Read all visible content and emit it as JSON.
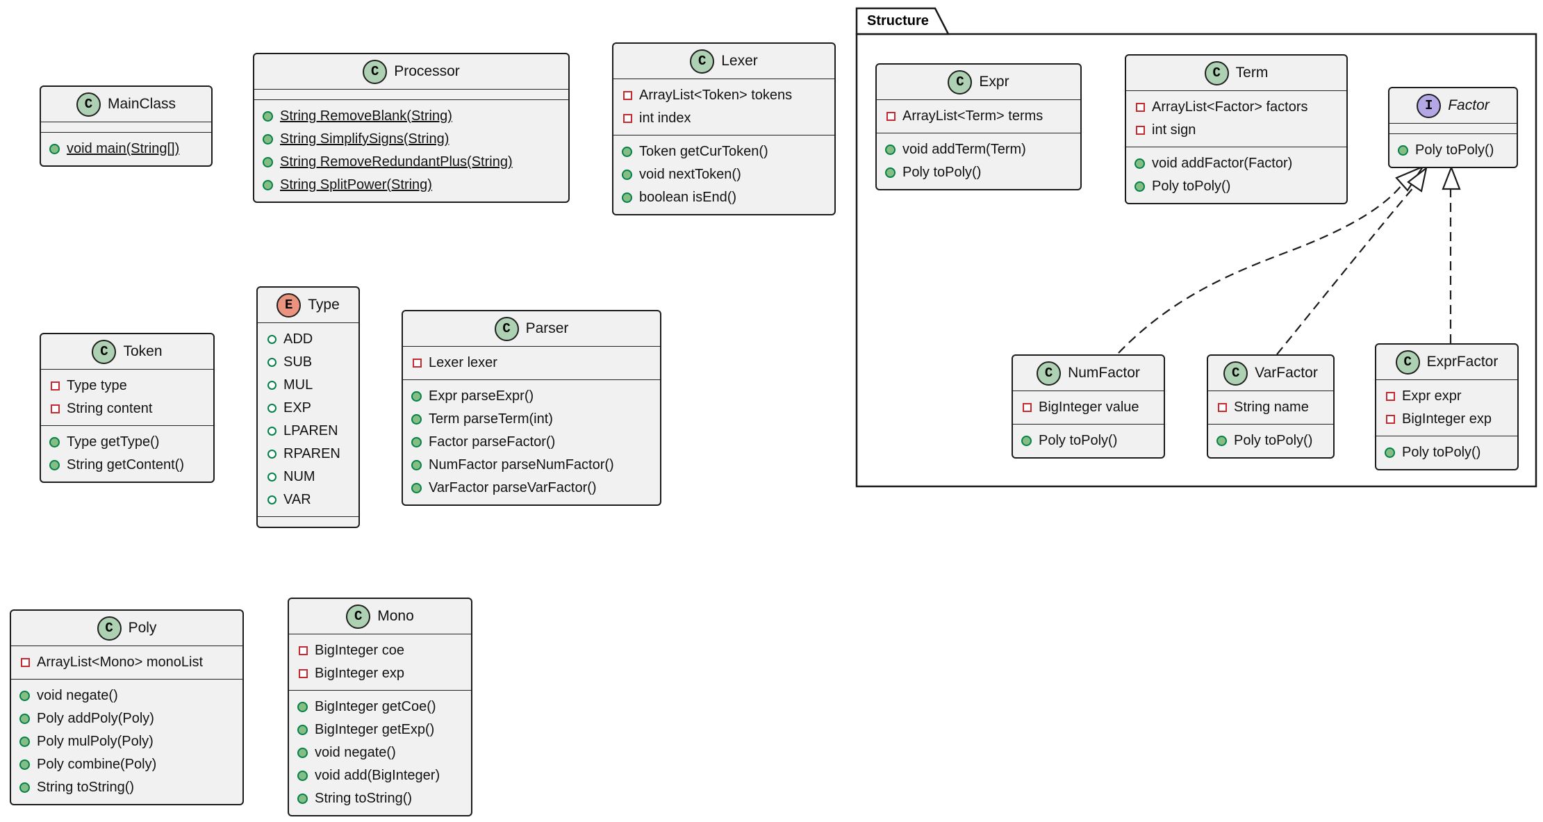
{
  "diagram_type": "uml-class-diagram",
  "colors": {
    "background": "#ffffff",
    "box_fill": "#f1f1f1",
    "border": "#181818",
    "class_circle": "#add1b2",
    "enum_circle": "#eb937f",
    "interface_circle": "#b4a7e5",
    "private_field_icon": "#c82930",
    "public_method_icon_fill": "#84be84",
    "public_method_icon_border": "#038048"
  },
  "package": {
    "label": "Structure"
  },
  "classes": {
    "mainclass": {
      "letter": "C",
      "name": "MainClass",
      "fields": [],
      "methods": [
        "void main(String[])"
      ],
      "static_methods": true
    },
    "processor": {
      "letter": "C",
      "name": "Processor",
      "fields": [],
      "methods": [
        "String RemoveBlank(String)",
        "String SimplifySigns(String)",
        "String RemoveRedundantPlus(String)",
        "String SplitPower(String)"
      ],
      "static_methods": true
    },
    "lexer": {
      "letter": "C",
      "name": "Lexer",
      "fields": [
        "ArrayList<Token> tokens",
        "int index"
      ],
      "methods": [
        "Token getCurToken()",
        "void nextToken()",
        "boolean isEnd()"
      ]
    },
    "token": {
      "letter": "C",
      "name": "Token",
      "fields": [
        "Type type",
        "String content"
      ],
      "methods": [
        "Type getType()",
        "String getContent()"
      ]
    },
    "type": {
      "letter": "E",
      "name": "Type",
      "constants": [
        "ADD",
        "SUB",
        "MUL",
        "EXP",
        "LPAREN",
        "RPAREN",
        "NUM",
        "VAR"
      ],
      "methods": []
    },
    "parser": {
      "letter": "C",
      "name": "Parser",
      "fields": [
        "Lexer lexer"
      ],
      "methods": [
        "Expr parseExpr()",
        "Term parseTerm(int)",
        "Factor parseFactor()",
        "NumFactor parseNumFactor()",
        "VarFactor parseVarFactor()"
      ]
    },
    "poly": {
      "letter": "C",
      "name": "Poly",
      "fields": [
        "ArrayList<Mono> monoList"
      ],
      "methods": [
        "void negate()",
        "Poly addPoly(Poly)",
        "Poly mulPoly(Poly)",
        "Poly combine(Poly)",
        "String toString()"
      ]
    },
    "mono": {
      "letter": "C",
      "name": "Mono",
      "fields": [
        "BigInteger coe",
        "BigInteger exp"
      ],
      "methods": [
        "BigInteger getCoe()",
        "BigInteger getExp()",
        "void negate()",
        "void add(BigInteger)",
        "String toString()"
      ]
    },
    "expr": {
      "letter": "C",
      "name": "Expr",
      "fields": [
        "ArrayList<Term> terms"
      ],
      "methods": [
        "void addTerm(Term)",
        "Poly toPoly()"
      ]
    },
    "term": {
      "letter": "C",
      "name": "Term",
      "fields": [
        "ArrayList<Factor> factors",
        "int sign"
      ],
      "methods": [
        "void addFactor(Factor)",
        "Poly toPoly()"
      ]
    },
    "factor": {
      "letter": "I",
      "name": "Factor",
      "interface": true,
      "fields": [],
      "methods": [
        "Poly toPoly()"
      ]
    },
    "numfactor": {
      "letter": "C",
      "name": "NumFactor",
      "fields": [
        "BigInteger value"
      ],
      "methods": [
        "Poly toPoly()"
      ]
    },
    "varfactor": {
      "letter": "C",
      "name": "VarFactor",
      "fields": [
        "String name"
      ],
      "methods": [
        "Poly toPoly()"
      ]
    },
    "exprfactor": {
      "letter": "C",
      "name": "ExprFactor",
      "fields": [
        "Expr expr",
        "BigInteger exp"
      ],
      "methods": [
        "Poly toPoly()"
      ]
    }
  },
  "relationships": [
    {
      "from": "NumFactor",
      "to": "Factor",
      "type": "realization",
      "line": "dashed",
      "arrowhead": "hollow-triangle"
    },
    {
      "from": "VarFactor",
      "to": "Factor",
      "type": "realization",
      "line": "dashed",
      "arrowhead": "hollow-triangle"
    },
    {
      "from": "ExprFactor",
      "to": "Factor",
      "type": "realization",
      "line": "dashed",
      "arrowhead": "hollow-triangle"
    }
  ]
}
